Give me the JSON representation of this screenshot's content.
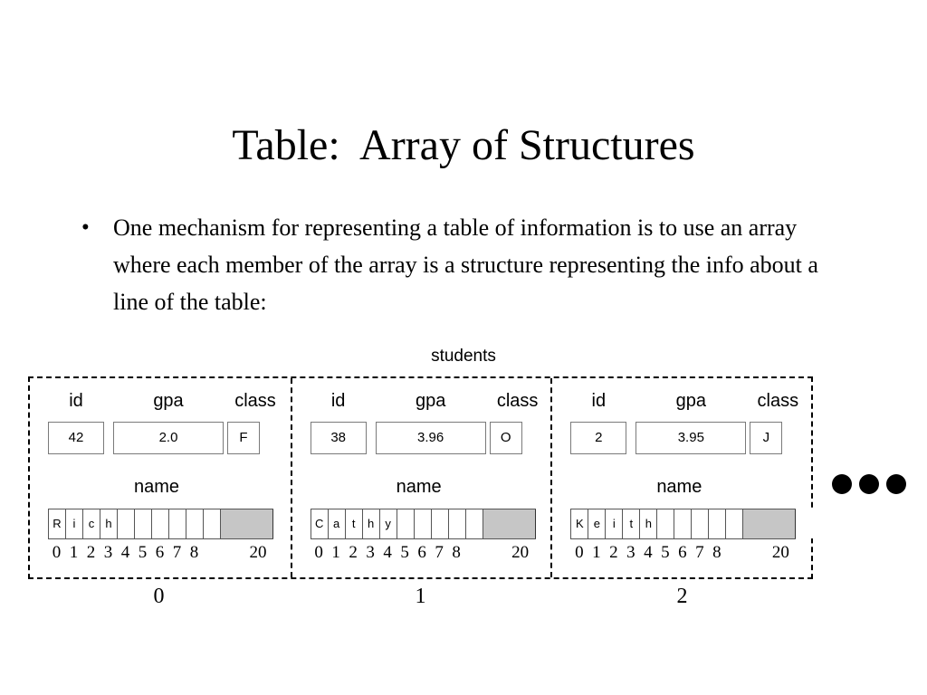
{
  "slide": {
    "title": "Table:  Array of Structures",
    "bullet_marker": "•",
    "bullet_text": "One mechanism for representing a table of information is to use an array where each member of the array is a structure representing the info about a line of the table:",
    "array_name": "students"
  },
  "diagram": {
    "field_labels": {
      "id": "id",
      "gpa": "gpa",
      "class": "class",
      "name": "name"
    },
    "index_ticks": [
      "0",
      "1",
      "2",
      "3",
      "4",
      "5",
      "6",
      "7",
      "8"
    ],
    "index_last": "20",
    "name_capacity": 20,
    "colors": {
      "gray_fill": "#c6c6c6",
      "box_border": "#7a7a7a",
      "dashed_border": "#000000",
      "text": "#000000",
      "background": "#ffffff"
    },
    "elements": [
      {
        "index_caption": "0",
        "id": "42",
        "gpa": "2.0",
        "class": "F",
        "name": "Rich",
        "name_chars": [
          "R",
          "i",
          "c",
          "h"
        ]
      },
      {
        "index_caption": "1",
        "id": "38",
        "gpa": "3.96",
        "class": "O",
        "name": "Cathy",
        "name_chars": [
          "C",
          "a",
          "t",
          "h",
          "y"
        ]
      },
      {
        "index_caption": "2",
        "id": "2",
        "gpa": "3.95",
        "class": "J",
        "name": "Keith",
        "name_chars": [
          "K",
          "e",
          "i",
          "t",
          "h"
        ]
      }
    ],
    "continuation": {
      "symbol": "●●●",
      "dot_count": 3
    }
  }
}
